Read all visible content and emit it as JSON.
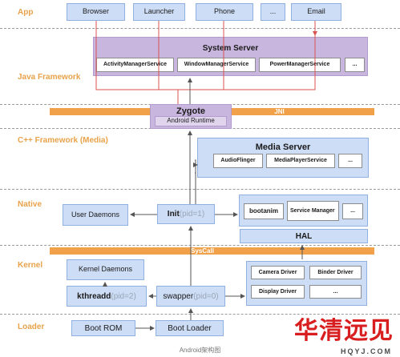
{
  "layers": {
    "app": "App",
    "java_framework": "Java Framework",
    "cpp_framework": "C++ Framework (Media)",
    "native": "Native",
    "kernel": "Kernel",
    "loader": "Loader"
  },
  "apps": [
    "Browser",
    "Launcher",
    "Phone",
    "...",
    "Email"
  ],
  "system_server": {
    "title": "System Server",
    "services": [
      "ActivityManagerService",
      "WindowManagerService",
      "PowerManagerService",
      "..."
    ]
  },
  "jni_bar": "JNI",
  "zygote": {
    "title": "Zygote",
    "subtitle": "Android Runtime"
  },
  "media_server": {
    "title": "Media Server",
    "services": [
      "AudioFlinger",
      "MediaPlayerService",
      "..."
    ]
  },
  "native": {
    "user_daemons": "User Daemons",
    "init": "Init",
    "init_pid": "(pid=1)",
    "services": [
      "bootanim",
      "Service Manager",
      "..."
    ]
  },
  "hal": "HAL",
  "syscall_bar": "SysCall",
  "kernel": {
    "kernel_daemons": "Kernel Daemons",
    "kthreadd": "kthreadd",
    "kthreadd_pid": "(pid=2)",
    "swapper": "swapper",
    "swapper_pid": "(pid=0)",
    "drivers": [
      "Camera Driver",
      "Binder Driver",
      "Display Driver",
      "..."
    ]
  },
  "loader": {
    "boot_rom": "Boot ROM",
    "boot_loader": "Boot Loader"
  },
  "caption": "Android架构图",
  "watermark": {
    "brand": "华清远见",
    "url": "HQYJ.COM"
  },
  "colors": {
    "layer_label": "#e8a24a",
    "bar": "#f0a14a",
    "box": "#cdddf6",
    "purple": "#c9b6de",
    "arrow": "#555555",
    "app_link": "#d9534f"
  }
}
